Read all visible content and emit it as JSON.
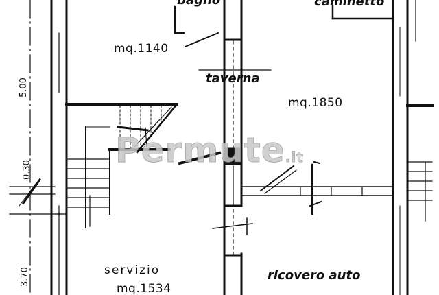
{
  "rooms": {
    "bagno": "bagno",
    "caminetto": "caminetto",
    "taverna": "taverna",
    "servizio": "servizio",
    "ricovero_auto": "ricovero auto"
  },
  "areas": {
    "taverna_left": "mq.1140",
    "taverna_right": "mq.1850",
    "servizio": "mq.1534"
  },
  "dimensions": {
    "upper": "5.00",
    "middle": "0.30",
    "lower": "3.70"
  },
  "watermark": {
    "text": "Permute",
    "suffix": ".it"
  },
  "colors": {
    "line": "#111111",
    "watermark": "#c8c8c8"
  }
}
